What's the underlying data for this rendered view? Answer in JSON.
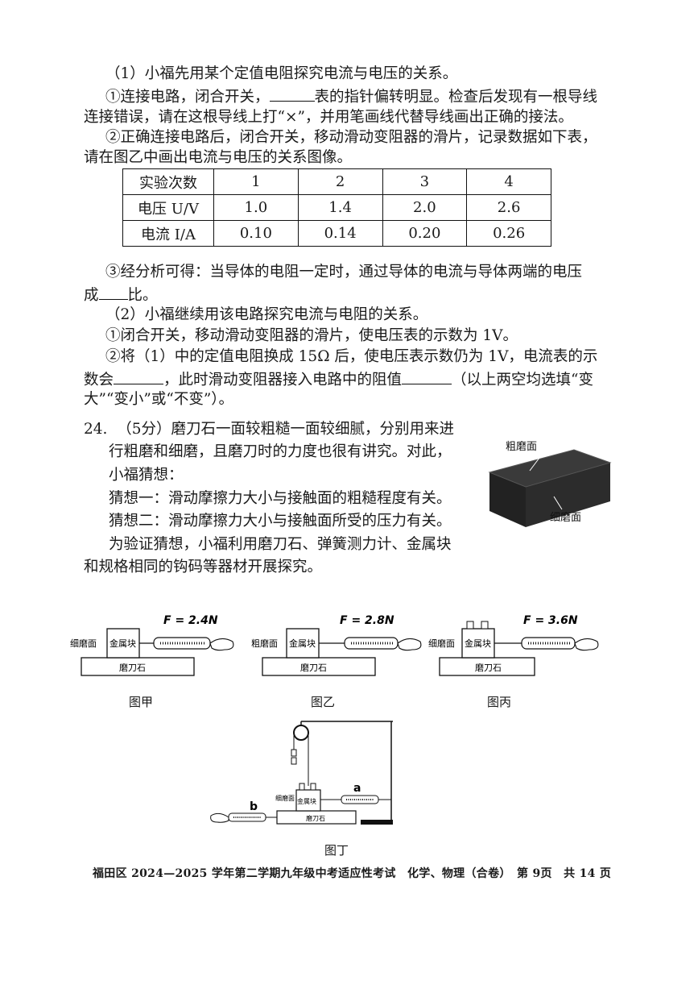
{
  "part1": {
    "heading": "（1）小福先用某个定值电阻探究电流与电压的关系。",
    "step1_a": "①连接电路，闭合开关，",
    "step1_b": "表的指针偏转明显。检查后发现有一根导线",
    "step1_c": "连接错误，请在这根导线上打“×”，并用笔画线代替导线画出正确的接法。",
    "step2_a": "②正确连接电路后，闭合开关，移动滑动变阻器的滑片，记录数据如下表，",
    "step2_b": "请在图乙中画出电流与电压的关系图像。",
    "table": {
      "headers": [
        "实验次数",
        "1",
        "2",
        "3",
        "4"
      ],
      "voltage_label": "电压 U/V",
      "voltage": [
        "1.0",
        "1.4",
        "2.0",
        "2.6"
      ],
      "current_label": "电流 I/A",
      "current": [
        "0.10",
        "0.14",
        "0.20",
        "0.26"
      ]
    },
    "step3_a": "③经分析可得：当导体的电阻一定时，通过导体的电流与导体两端的电压",
    "step3_b": "成",
    "step3_c": "比。"
  },
  "part2": {
    "heading": "（2）小福继续用该电路探究电流与电阻的关系。",
    "step1": "①闭合开关，移动滑动变阻器的滑片，使电压表的示数为 1V。",
    "step2_a": "②将（1）中的定值电阻换成 15Ω 后，使电压表示数仍为 1V，电流表的示",
    "step2_b": "数会",
    "step2_c": "，此时滑动变阻器接入电路中的阻值",
    "step2_d": "（以上两空均选填“变",
    "step2_e": "大”“变小”或“不变”）。"
  },
  "q24": {
    "line1_num": "24.",
    "line1": "（5分）磨刀石一面较粗糙一面较细腻，分别用来进",
    "line2": "行粗磨和细磨，且磨刀时的力度也很有讲究。对此，",
    "line3": "小福猜想：",
    "guess1": "猜想一：滑动摩擦力大小与接触面的粗糙程度有关。",
    "guess2": "猜想二：滑动摩擦力大小与接触面所受的压力有关。",
    "line6": "为验证猜想，小福利用磨刀石、弹簧测力计、金属块",
    "line7": "和规格相同的钩码等器材开展探究。"
  },
  "stone_photo": {
    "top_label": "粗磨面",
    "bottom_label": "细磨面"
  },
  "figures": {
    "jia": {
      "force": "F = 2.4N",
      "surface": "细磨面",
      "block": "金属块",
      "stone": "磨刀石",
      "caption": "图甲"
    },
    "yi": {
      "force": "F = 2.8N",
      "surface": "粗磨面",
      "block": "金属块",
      "stone": "磨刀石",
      "caption": "图乙"
    },
    "bing": {
      "force": "F = 3.6N",
      "surface": "细磨面",
      "block": "金属块",
      "stone": "磨刀石",
      "caption": "图丙"
    },
    "ding": {
      "surface": "细磨面",
      "block": "金属块",
      "stone": "磨刀石",
      "label_a": "a",
      "label_b": "b",
      "caption": "图丁"
    }
  },
  "footer": "福田区 2024—2025 学年第二学期九年级中考适应性考试　化学、物理（合卷）　第 9页　共 14 页"
}
